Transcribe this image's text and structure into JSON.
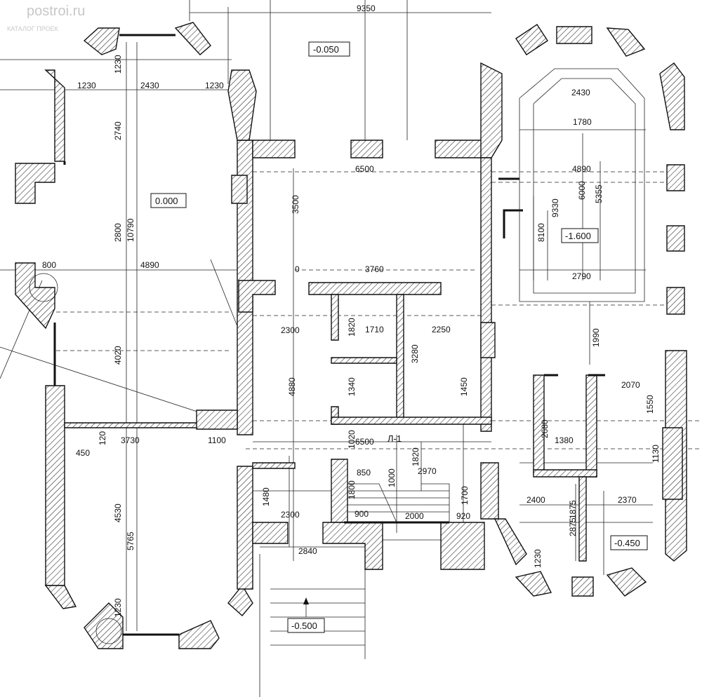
{
  "watermark": {
    "site": "postroi.ru",
    "tagline": "КАТАЛОГ ПРОЕК"
  },
  "levels": {
    "center_top": "-0.050",
    "main_hall": "0.000",
    "pool": "-1.600",
    "garage": "-0.450",
    "entrance": "-0.500"
  },
  "stair_label": "Л-1",
  "dimensions": {
    "top_9350": "9350",
    "left_1230a": "1230",
    "left_1230b": "2430",
    "left_1230c": "1230",
    "left_2740": "2740",
    "left_2800": "2800",
    "left_10790": "10790",
    "left_4890": "4890",
    "left_800": "800",
    "left_4020": "4020",
    "left_120": "120",
    "left_3730": "3730",
    "left_450": "450",
    "left_4530": "4530",
    "left_5765": "5765",
    "left_1230d": "1230",
    "left_1230top": "1230",
    "c_6500a": "6500",
    "c_3500": "3500",
    "c_0": "0",
    "c_3760": "3760",
    "c_2300a": "2300",
    "c_1820a": "1820",
    "c_1710": "1710",
    "c_2250": "2250",
    "c_3280": "3280",
    "c_4880": "4880",
    "c_1340": "1340",
    "c_1450": "1450",
    "c_1100": "1100",
    "c_1020": "1020",
    "c_6500b": "6500",
    "c_850": "850",
    "c_1000": "1000",
    "c_1820b": "1820",
    "c_2970": "2970",
    "c_1800": "1800",
    "c_1700": "1700",
    "c_1480": "1480",
    "c_900": "900",
    "c_2000": "2000",
    "c_920": "920",
    "c_2300b": "2300",
    "c_2840": "2840",
    "r_2430": "2430",
    "r_1780": "1780",
    "r_4890": "4890",
    "r_6000": "6000",
    "r_5355": "5355",
    "r_9330": "9330",
    "r_8100": "8100",
    "r_2790": "2790",
    "r_1990": "1990",
    "r_2070": "2070",
    "r_1550": "1550",
    "r_2680": "2680",
    "r_1380": "1380",
    "r_1130": "1130",
    "r_2400": "2400",
    "r_1875": "1875",
    "r_2370": "2370",
    "r_2875": "2875",
    "r_1230": "1230"
  }
}
